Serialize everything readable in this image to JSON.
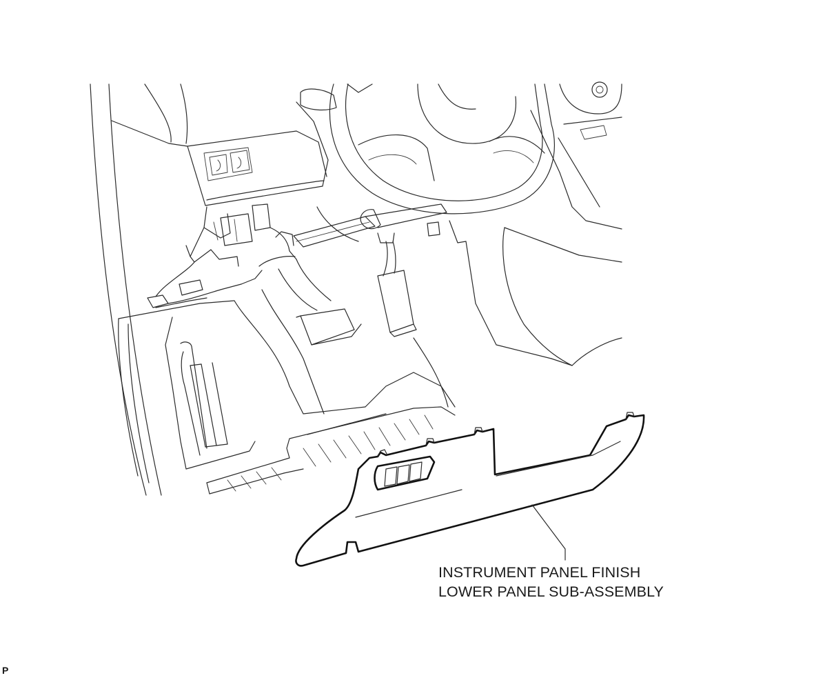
{
  "callout": {
    "line1": "INSTRUMENT PANEL FINISH",
    "line2": "LOWER PANEL SUB-ASSEMBLY"
  },
  "corner_mark": "P"
}
